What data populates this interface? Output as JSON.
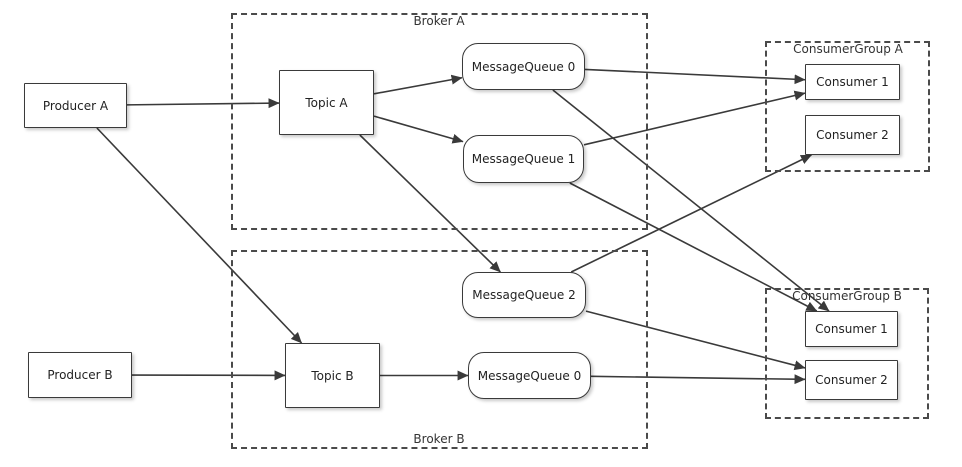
{
  "brokers": {
    "broker_a": "Broker A",
    "broker_b": "Broker B"
  },
  "consumer_groups": {
    "group_a": "ConsumerGroup A",
    "group_b": "ConsumerGroup B"
  },
  "producers": {
    "producer_a": "Producer A",
    "producer_b": "Producer B"
  },
  "topics": {
    "topic_a": "Topic A",
    "topic_b": "Topic B"
  },
  "queues": {
    "a_queue_0": "MessageQueue 0",
    "a_queue_1": "MessageQueue 1",
    "a_queue_2": "MessageQueue 2",
    "b_queue_0": "MessageQueue 0"
  },
  "consumers": {
    "ga_consumer_1": "Consumer 1",
    "ga_consumer_2": "Consumer 2",
    "gb_consumer_1": "Consumer 1",
    "gb_consumer_2": "Consumer 2"
  },
  "edges": [
    [
      "producer-a-box",
      "topic-a-box"
    ],
    [
      "producer-a-box",
      "topic-b-box"
    ],
    [
      "producer-b-box",
      "topic-b-box"
    ],
    [
      "topic-a-box",
      "a-queue-0-box"
    ],
    [
      "topic-a-box",
      "a-queue-1-box"
    ],
    [
      "topic-a-box",
      "a-queue-2-box"
    ],
    [
      "topic-b-box",
      "b-queue-0-box"
    ],
    [
      "a-queue-0-box",
      "ga-consumer-1-box"
    ],
    [
      "a-queue-0-box",
      "gb-consumer-1-box"
    ],
    [
      "a-queue-1-box",
      "ga-consumer-1-box"
    ],
    [
      "a-queue-1-box",
      "gb-consumer-1-box"
    ],
    [
      "a-queue-2-box",
      "ga-consumer-2-box"
    ],
    [
      "a-queue-2-box",
      "gb-consumer-2-box"
    ],
    [
      "b-queue-0-box",
      "gb-consumer-2-box"
    ]
  ],
  "colors": {
    "line": "#3a3a3a",
    "border": "#3a3a3a",
    "dashed": "#4a4a4a",
    "text": "#222222"
  }
}
